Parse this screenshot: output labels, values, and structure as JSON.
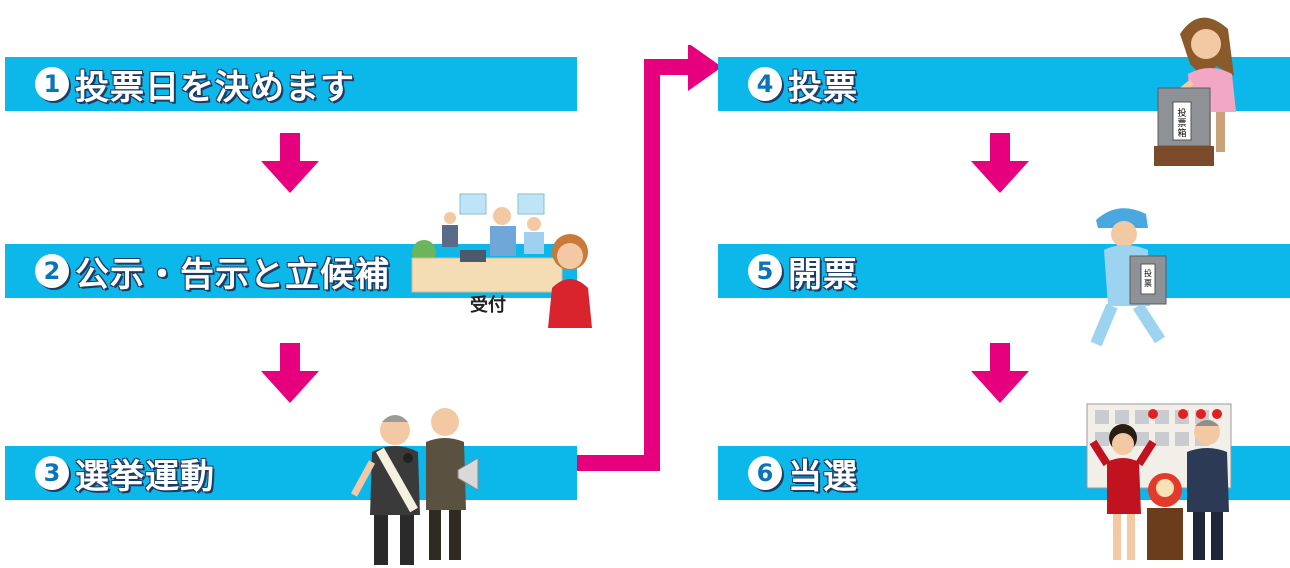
{
  "steps": [
    {
      "num": "1",
      "label": "投票日を決めます"
    },
    {
      "num": "2",
      "label": "公示・告示と立候補"
    },
    {
      "num": "3",
      "label": "選挙運動"
    },
    {
      "num": "4",
      "label": "投票"
    },
    {
      "num": "5",
      "label": "開票"
    },
    {
      "num": "6",
      "label": "当選"
    }
  ],
  "illustrations": {
    "reception_label": "受付",
    "ballot_box_label": "投票箱"
  },
  "colors": {
    "bar": "#0cb7ea",
    "arrow": "#e6007e",
    "number_text": "#0b74b8",
    "text_shadow": "#1c3c66"
  }
}
